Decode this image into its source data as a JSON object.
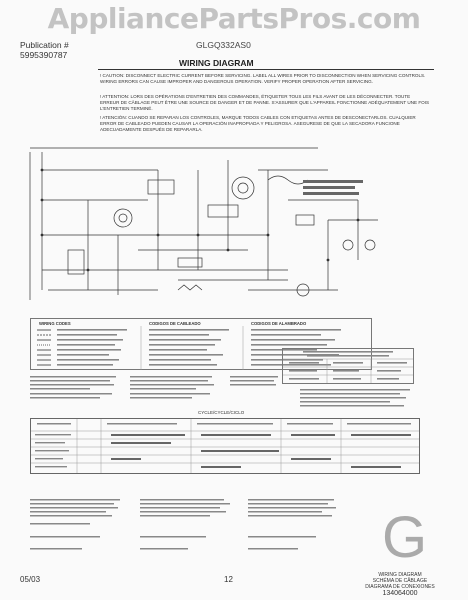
{
  "watermark": "AppliancePartsPros.com",
  "header": {
    "publication_label": "Publication #",
    "publication_number": "5995390787",
    "model": "GLGQ332AS0",
    "title": "WIRING DIAGRAM"
  },
  "caution": {
    "english": "! CAUTION: DISCONNECT ELECTRIC CURRENT BEFORE SERVICING. LABEL ALL WIRES PRIOR TO DISCONNECTION WHEN SERVICING CONTROLS. WIRING ERRORS CAN CAUSE IMPROPER AND DANGEROUS OPERATION. VERIFY PROPER OPERATION AFTER SERVICING.",
    "french": "! ATTENTION: LORS DES OPÉRATIONS D'ENTRETIEN DES COMMANDES, ÉTIQUETER TOUS LES FILS AVANT DE LES DÉCONNECTER. TOUTE ERREUR DE CÂBLAGE PEUT ÊTRE UNE SOURCE DE DANGER ET DE PANNE. S'ASSURER QUE L'APPAREIL FONCTIONNE ADÉQUATEMENT UNE FOIS L'ENTRETIEN TERMINÉ.",
    "spanish": "! ATENCIÓN: CUANDO SE REPARAN LOS CONTROLES, MARQUE TODOS CABLES CON ETIQUETAS ANTES DE DESCONECTARLOS. CUALQUIER ERROR DE CABLEADO PUEDEN CAUSAR LA OPERACIÓN INAPROPIADA Y PELIGROSA. ASEGURESE DE QUE LA SECADORA FUNCIONE ADECUADAMENTE DESPUÉS DE REPARARLA."
  },
  "legend": {
    "col1_title": "WIRING CODES",
    "col2_title": "CODIGOS DE CABLEADO",
    "col3_title": "CODIGOS DE ALAMBRADO"
  },
  "cycle_chart": {
    "label": "CYCLE/CYCLE/CICLO"
  },
  "bottom_right": {
    "letter": "G",
    "caption_line1": "WIRING DIAGRAM",
    "caption_line2": "SCHÉMA DE CÂBLAGE",
    "caption_line3": "DIAGRAMA DE CONEXIONES",
    "number": "134064000"
  },
  "footer": {
    "date": "05/03",
    "page": "12"
  }
}
